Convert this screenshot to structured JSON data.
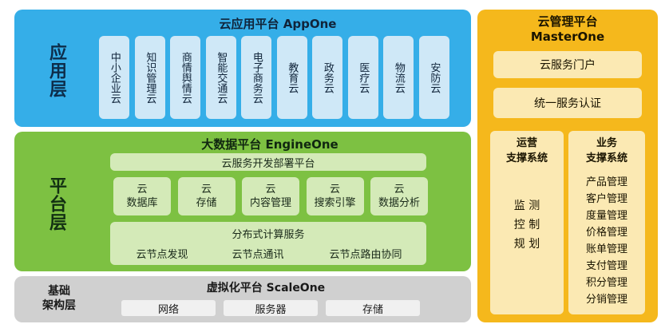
{
  "app_layer": {
    "label": "应用层",
    "title": "云应用平台 AppOne",
    "items": [
      "中小企业云",
      "知识管理云",
      "商情舆情云",
      "智能交通云",
      "电子商务云",
      "教育云",
      "政务云",
      "医疗云",
      "物流云",
      "安防云"
    ]
  },
  "platform_layer": {
    "label": "平台层",
    "title": "大数据平台 EngineOne",
    "dev_platform": "云服务开发部署平台",
    "services": [
      {
        "top": "云",
        "bottom": "数据库"
      },
      {
        "top": "云",
        "bottom": "存储"
      },
      {
        "top": "云",
        "bottom": "内容管理"
      },
      {
        "top": "云",
        "bottom": "搜索引擎"
      },
      {
        "top": "云",
        "bottom": "数据分析"
      }
    ],
    "distributed_title": "分布式计算服务",
    "distributed_items": [
      "云节点发现",
      "云节点通讯",
      "云节点路由协同"
    ]
  },
  "infra_layer": {
    "label_line1": "基础",
    "label_line2": "架构层",
    "title": "虚拟化平台 ScaleOne",
    "items": [
      "网络",
      "服务器",
      "存储"
    ]
  },
  "mgmt": {
    "title_line1": "云管理平台",
    "title_line2": "MasterOne",
    "portal": "云服务门户",
    "auth": "统一服务认证",
    "ops": {
      "title_line1": "运营",
      "title_line2": "支撑系统",
      "items": [
        "监 测",
        "控 制",
        "规 划"
      ]
    },
    "biz": {
      "title_line1": "业务",
      "title_line2": "支撑系统",
      "items": [
        "产品管理",
        "客户管理",
        "度量管理",
        "价格管理",
        "账单管理",
        "支付管理",
        "积分管理",
        "分销管理"
      ]
    }
  },
  "colors": {
    "app_blue": "#35aee8",
    "app_item": "#cfe8f7",
    "platform_green": "#7dc142",
    "platform_item": "#d4eab8",
    "infra_gray": "#d0d0d0",
    "infra_item": "#f0f0f0",
    "mgmt_orange": "#f5b81c",
    "mgmt_item": "#fbe9b3"
  }
}
